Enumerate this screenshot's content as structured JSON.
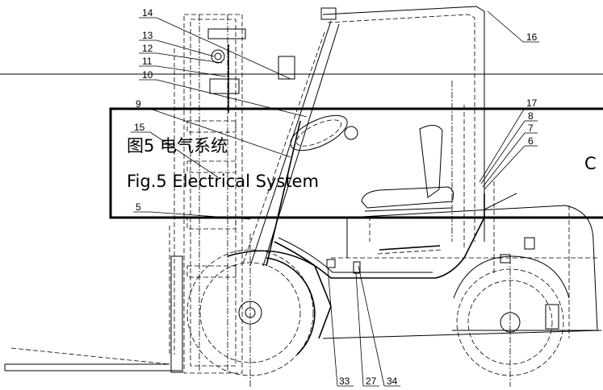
{
  "caption": {
    "cn": "图5  电气系统",
    "en": "Fig.5  Electrical System",
    "side_letter": "C"
  },
  "callouts": [
    "14",
    "13",
    "12",
    "11",
    "10",
    "9",
    "15",
    "5",
    "16",
    "17",
    "8",
    "7",
    "6",
    "33",
    "27",
    "34"
  ]
}
